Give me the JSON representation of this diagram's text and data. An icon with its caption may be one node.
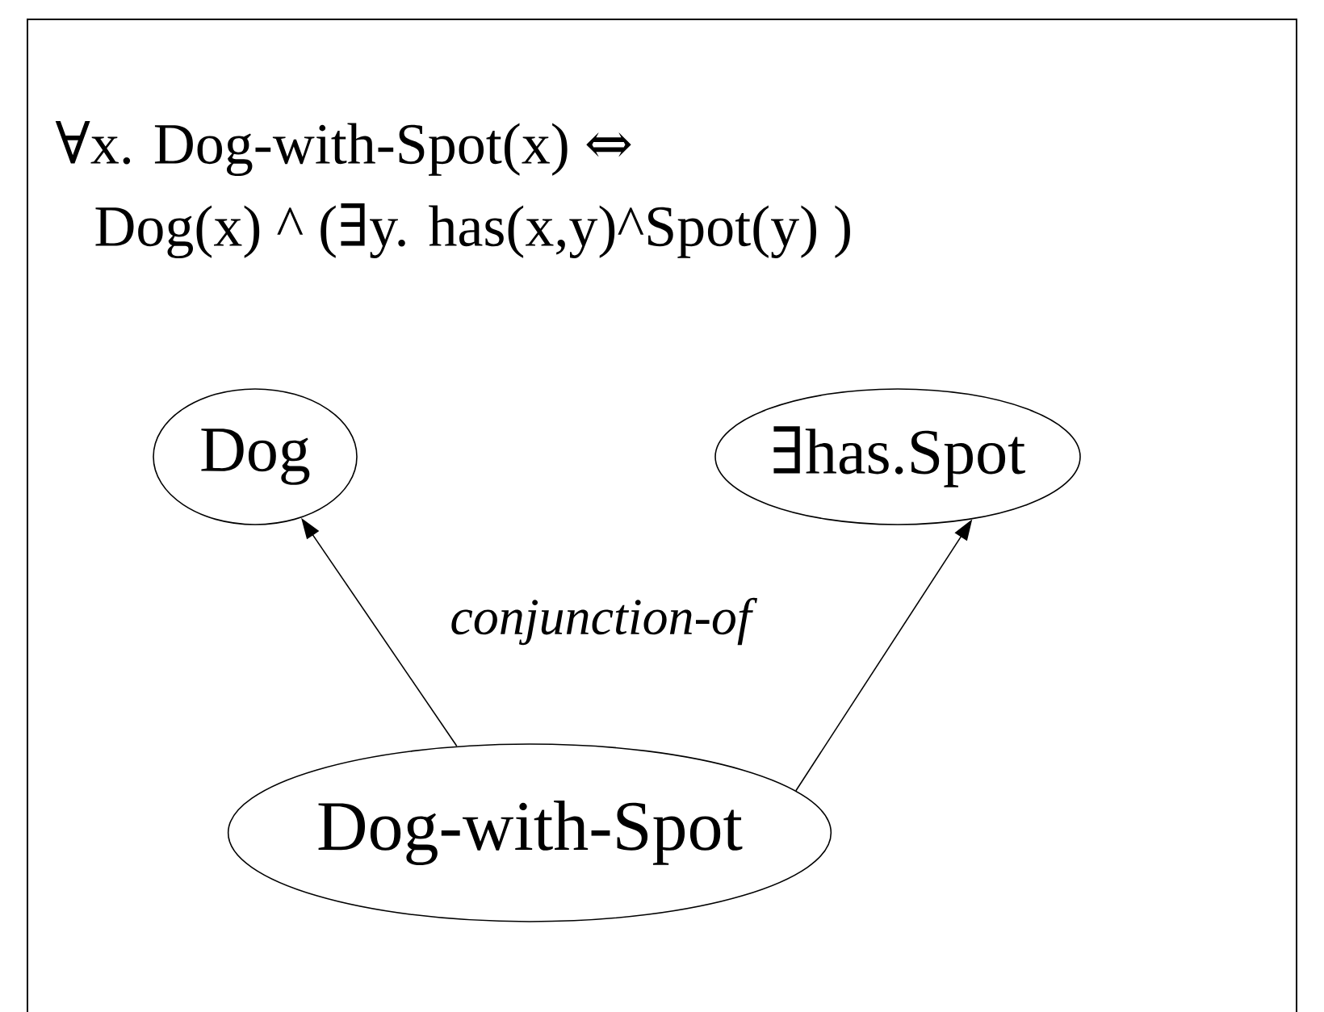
{
  "diagram": {
    "nodes": [
      {
        "text": [
          "Dog"
        ]
      },
      {
        "text": [
          "∃has.Spot"
        ]
      },
      {
        "text": [
          "Dog-with-Spot"
        ]
      }
    ],
    "edges": [
      {
        "from": 2,
        "to": 0,
        "arrow": "to",
        "label": "conjunction-of"
      },
      {
        "from": 2,
        "to": 1,
        "arrow": "to"
      }
    ],
    "labels": [
      "∀x. Dog-with-Spot(x) ⇔",
      "Dog(x) ^ (∃y. has(x,y)^Spot(y) )"
    ]
  }
}
